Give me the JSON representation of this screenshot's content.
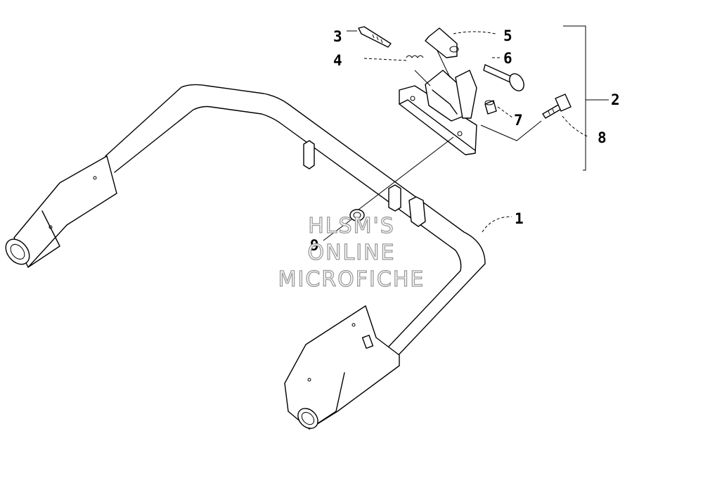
{
  "callouts": {
    "c1": "1",
    "c2": "2",
    "c3": "3",
    "c4": "4",
    "c5": "5",
    "c6": "6",
    "c7": "7",
    "c8": "8",
    "c9": "9"
  },
  "watermark": {
    "line1": "HLSM'S",
    "line2": "ONLINE",
    "line3": "MICROFICHE"
  }
}
